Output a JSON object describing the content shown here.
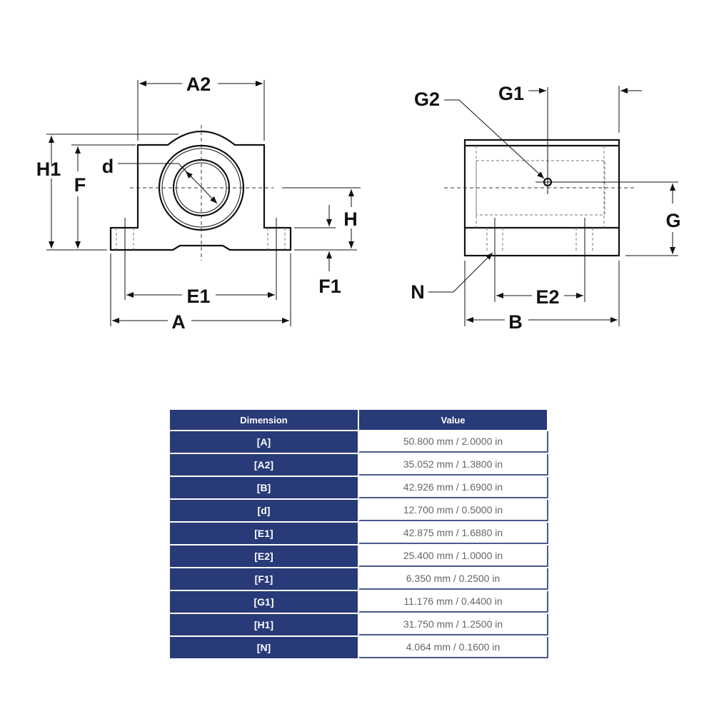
{
  "drawing": {
    "front_labels": {
      "A2": "A2",
      "H1": "H1",
      "F": "F",
      "d": "d",
      "H": "H",
      "F1": "F1",
      "E1": "E1",
      "A": "A"
    },
    "side_labels": {
      "G2": "G2",
      "G1": "G1",
      "G": "G",
      "N": "N",
      "E2": "E2",
      "B": "B"
    }
  },
  "table": {
    "headers": [
      "Dimension",
      "Value"
    ],
    "rows": [
      {
        "dimension": "[A]",
        "value": "50.800 mm / 2.0000 in"
      },
      {
        "dimension": "[A2]",
        "value": "35.052 mm / 1.3800 in"
      },
      {
        "dimension": "[B]",
        "value": "42.926 mm / 1.6900 in"
      },
      {
        "dimension": "[d]",
        "value": "12.700 mm / 0.5000 in"
      },
      {
        "dimension": "[E1]",
        "value": "42.875 mm / 1.6880 in"
      },
      {
        "dimension": "[E2]",
        "value": "25.400 mm / 1.0000 in"
      },
      {
        "dimension": "[F1]",
        "value": "6.350 mm / 0.2500 in"
      },
      {
        "dimension": "[G1]",
        "value": "11.176 mm / 0.4400 in"
      },
      {
        "dimension": "[H1]",
        "value": "31.750 mm / 1.2500 in"
      },
      {
        "dimension": "[N]",
        "value": "4.064 mm / 0.1600 in"
      }
    ]
  }
}
